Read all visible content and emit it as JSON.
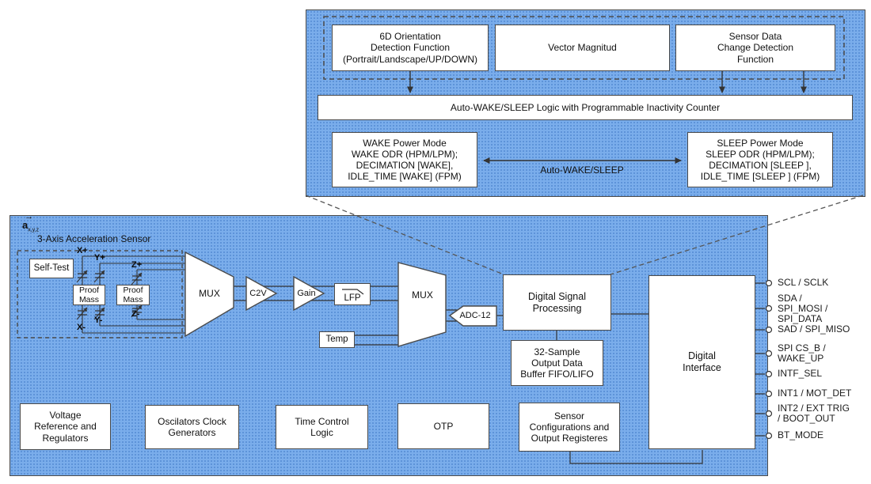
{
  "top_panel": {
    "orientation_box": "6D Orientation\nDetection Function\n(Portrait/Landscape/UP/DOWN)",
    "vector_magnitude_box": "Vector Magnitud",
    "sensor_data_box": "Sensor Data\nChange Detection\nFunction",
    "logic_bar": "Auto-WAKE/SLEEP Logic with Programmable Inactivity Counter",
    "wake_box": "WAKE Power Mode\nWAKE ODR (HPM/LPM);\nDECIMATION [WAKE],\nIDLE_TIME [WAKE] (FPM)",
    "sleep_box": "SLEEP Power Mode\nSLEEP ODR (HPM/LPM);\nDECIMATION [SLEEP ],\nIDLE_TIME [SLEEP ] (FPM)",
    "arrow_label": "Auto-WAKE/SLEEP"
  },
  "sensor": {
    "vector_a": "a",
    "vector_arrow": "→",
    "vector_sub": "x,y,z",
    "title": "3-Axis Acceleration Sensor",
    "self_test": "Self-Test",
    "proof_mass": "Proof\nMass",
    "electrodes": {
      "xp": "X+",
      "yp": "Y+",
      "zp": "Z+",
      "xm": "X-",
      "ym": "Y-",
      "zm": "Z-"
    }
  },
  "chain": {
    "mux1": "MUX",
    "c2v": "C2V",
    "gain": "Gain",
    "lfp": "LFP",
    "temp": "Temp",
    "mux2": "MUX",
    "adc": "ADC-12",
    "dsp": "Digital Signal\nProcessing",
    "fifo": "32-Sample\nOutput Data\nBuffer FIFO/LIFO",
    "digital_interface": "Digital\nInterface"
  },
  "bottom_row": [
    "Voltage\nReference and\nRegulators",
    "Oscilators Clock\nGenerators",
    "Time Control\nLogic",
    "OTP",
    "Sensor\nConfigurations and\nOutput Registeres"
  ],
  "pins": [
    "SCL / SCLK",
    "SDA /\nSPI_MOSI /\nSPI_DATA",
    "SAD / SPI_MISO",
    "SPI CS_B /\nWAKE_UP",
    "INTF_SEL",
    "INT1 / MOT_DET",
    "INT2 / EXT TRIG\n/ BOOT_OUT",
    "BT_MODE"
  ],
  "colors": {
    "panel_blue": "#7aadeb",
    "panel_dot": "#4e86d0",
    "line": "#333333",
    "box_border": "#4a4a4a"
  }
}
